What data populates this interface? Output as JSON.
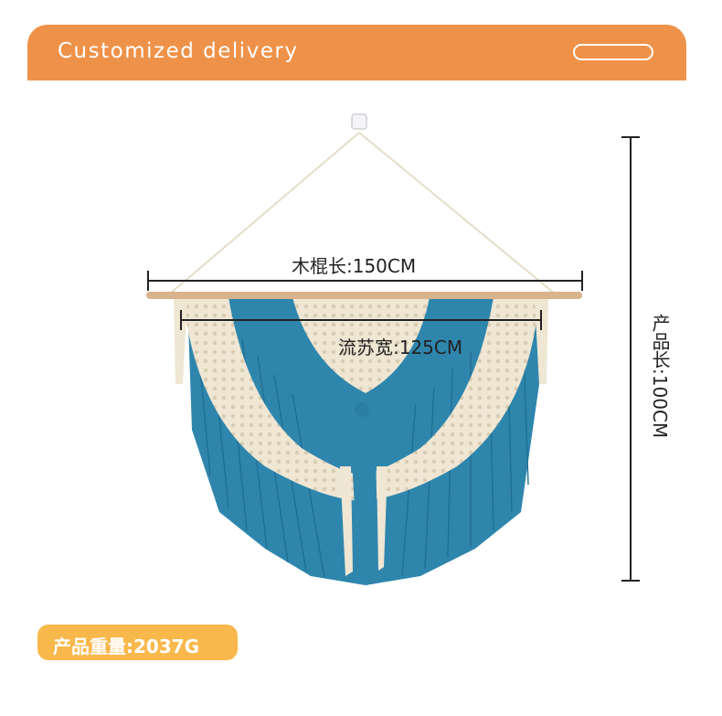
{
  "header": {
    "title": "Customized delivery"
  },
  "dimensions": {
    "rod_length": "木棍长:150CM",
    "fringe_width": "流苏宽:125CM",
    "product_length": "产品长:100CM"
  },
  "weight": {
    "label": "产品重量:2037G"
  },
  "colors": {
    "header": "#ef9249",
    "badge": "#f9b84c",
    "fringe_blue": "#2f86ad",
    "cream": "#efe6d3",
    "rod": "#d9b38c"
  }
}
